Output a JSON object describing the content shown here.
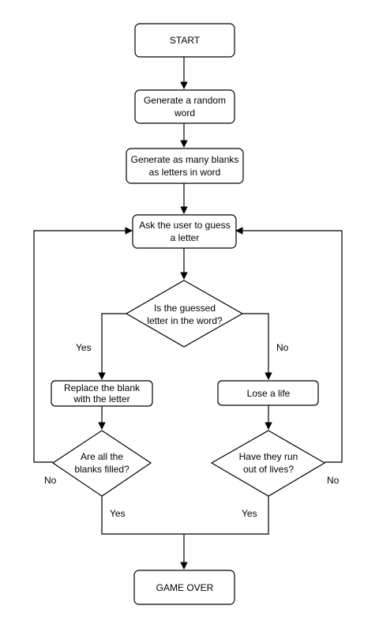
{
  "nodes": {
    "start": {
      "lines": [
        "START"
      ]
    },
    "generate_word": {
      "lines": [
        "Generate a random",
        "word"
      ]
    },
    "generate_blanks": {
      "lines": [
        "Generate as many blanks",
        "as letters in word"
      ]
    },
    "ask_guess": {
      "lines": [
        "Ask the user to guess",
        "a letter"
      ]
    },
    "is_in_word": {
      "lines": [
        "Is the guessed",
        "letter in the word?"
      ]
    },
    "replace_blank": {
      "lines": [
        "Replace the blank",
        "with the letter"
      ]
    },
    "lose_life": {
      "lines": [
        "Lose a life"
      ]
    },
    "all_filled": {
      "lines": [
        "Are all the",
        "blanks filled?"
      ]
    },
    "out_of_lives": {
      "lines": [
        "Have they run",
        "out of lives?"
      ]
    },
    "game_over": {
      "lines": [
        "GAME OVER"
      ]
    }
  },
  "edge_labels": {
    "in_word_yes": "Yes",
    "in_word_no": "No",
    "filled_no": "No",
    "filled_yes": "Yes",
    "lives_yes": "Yes",
    "lives_no": "No"
  },
  "colors": {
    "stroke": "#000000",
    "fill": "#ffffff",
    "text": "#000000"
  }
}
